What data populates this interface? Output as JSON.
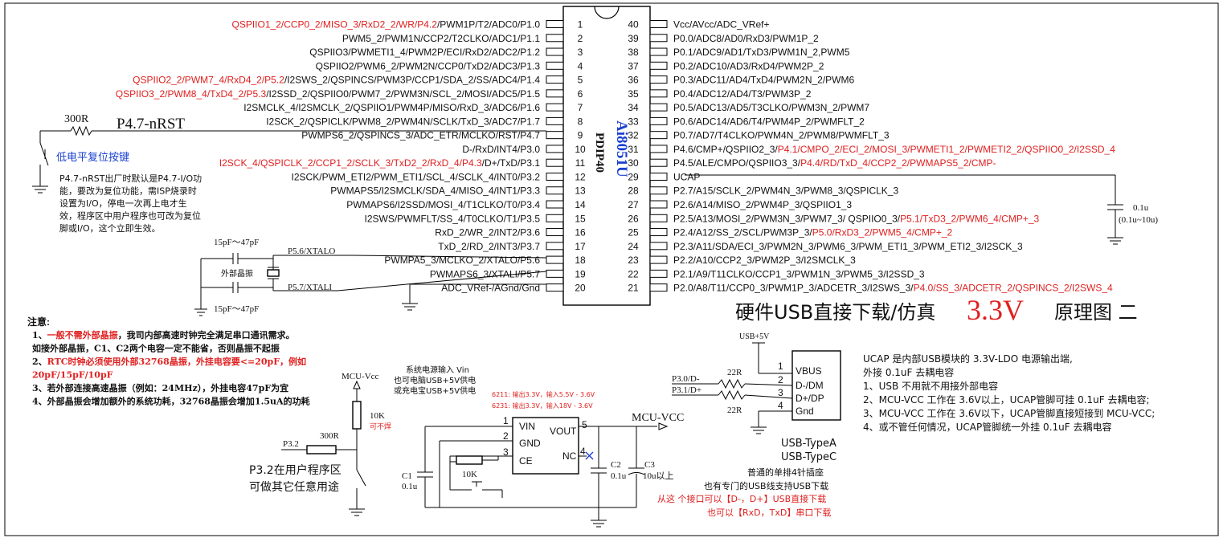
{
  "chip": {
    "name": "Ai8051U",
    "package": "PDIP40",
    "colors": {
      "accent": "#e02020",
      "brand": "#1a3fd0"
    },
    "left_pins": [
      {
        "num": "1",
        "segs": [
          {
            "t": "QSPIIO1_2/CCP0_2/MISO_3/RxD2_2/WR/P4.2",
            "c": "red"
          },
          {
            "t": "/PWM1P/T2/ADC0/P1.0",
            "c": "black"
          }
        ]
      },
      {
        "num": "2",
        "segs": [
          {
            "t": "PWM5_2/PWM1N/CCP2/T2CLKO/ADC1/P1.1",
            "c": "black"
          }
        ]
      },
      {
        "num": "3",
        "segs": [
          {
            "t": "QSPIIO3/PWMETI1_4/PWM2P/ECI/RxD2/ADC2/P1.2",
            "c": "black"
          }
        ]
      },
      {
        "num": "4",
        "segs": [
          {
            "t": "QSPIIO2/PWM6_2/PWM2N/CCP0/TxD2/ADC3/P1.3",
            "c": "black"
          }
        ]
      },
      {
        "num": "5",
        "segs": [
          {
            "t": "QSPIIO2_2/PWM7_4/RxD4_2/P5.2",
            "c": "red"
          },
          {
            "t": "/I2SWS_2/QSPINCS/PWM3P/CCP1/SDA_2/SS/ADC4/P1.4",
            "c": "black"
          }
        ]
      },
      {
        "num": "6",
        "segs": [
          {
            "t": "QSPIIO3_2/PWM8_4/TxD4_2/P5.3",
            "c": "red"
          },
          {
            "t": "/I2SSD_2/QSPIIO0/PWM7_2/PWM3N/SCL_2/MOSI/ADC5/P1.5",
            "c": "black"
          }
        ]
      },
      {
        "num": "7",
        "segs": [
          {
            "t": "I2SMCLK_4/I2SMCLK_2/QSPIIO1/PWM4P/MISO/RxD_3/ADC6/P1.6",
            "c": "black"
          }
        ]
      },
      {
        "num": "8",
        "segs": [
          {
            "t": "I2SCK_2/QSPICLK/PWM8_2/PWM4N/SCLK/TxD_3/ADC7/P1.7",
            "c": "black"
          }
        ]
      },
      {
        "num": "9",
        "segs": [
          {
            "t": "PWMPS6_2/QSPINCS_3/ADC_ETR/MCLKO/RST/P4.7",
            "c": "black"
          }
        ]
      },
      {
        "num": "10",
        "segs": [
          {
            "t": "D-/RxD/INT4/P3.0",
            "c": "black"
          }
        ]
      },
      {
        "num": "11",
        "segs": [
          {
            "t": "I2SCK_4/QSPICLK_2/CCP1_2/SCLK_3/TxD2_2/RxD_4/P4.3",
            "c": "red"
          },
          {
            "t": "/D+/TxD/P3.1",
            "c": "black"
          }
        ]
      },
      {
        "num": "12",
        "segs": [
          {
            "t": "I2SCK/PWM_ETI2/PWM_ETI1/SCL_4/SCLK_4/INT0/P3.2",
            "c": "black"
          }
        ]
      },
      {
        "num": "13",
        "segs": [
          {
            "t": "PWMAPS5/I2SMCLK/SDA_4/MISO_4/INT1/P3.3",
            "c": "black"
          }
        ]
      },
      {
        "num": "14",
        "segs": [
          {
            "t": "PWMAPS6/I2SSD/MOSI_4/T1CLKO/T0/P3.4",
            "c": "black"
          }
        ]
      },
      {
        "num": "15",
        "segs": [
          {
            "t": "I2SWS/PWMFLT/SS_4/T0CLKO/T1/P3.5",
            "c": "black"
          }
        ]
      },
      {
        "num": "16",
        "segs": [
          {
            "t": "RxD_2/WR_2/INT2/P3.6",
            "c": "black"
          }
        ]
      },
      {
        "num": "17",
        "segs": [
          {
            "t": "TxD_2/RD_2/INT3/P3.7",
            "c": "black"
          }
        ]
      },
      {
        "num": "18",
        "segs": [
          {
            "t": "PWMPA5_3/MCLKO_2/XTALO/P5.6",
            "c": "black"
          }
        ]
      },
      {
        "num": "19",
        "segs": [
          {
            "t": "PWMAPS6_3/XTALI/P5.7",
            "c": "black"
          }
        ]
      },
      {
        "num": "20",
        "segs": [
          {
            "t": "ADC_VRef-/AGnd/Gnd",
            "c": "black"
          }
        ]
      }
    ],
    "right_pins": [
      {
        "num": "40",
        "segs": [
          {
            "t": "Vcc/AVcc/ADC_VRef+",
            "c": "black"
          }
        ]
      },
      {
        "num": "39",
        "segs": [
          {
            "t": "P0.0/ADC8/AD0/RxD3/PWM1P_2",
            "c": "black"
          }
        ]
      },
      {
        "num": "38",
        "segs": [
          {
            "t": "P0.1/ADC9/AD1/TxD3/PWM1N_2,PWM5",
            "c": "black"
          }
        ]
      },
      {
        "num": "37",
        "segs": [
          {
            "t": "P0.2/ADC10/AD3/RxD4/PWM2P_2",
            "c": "black"
          }
        ]
      },
      {
        "num": "36",
        "segs": [
          {
            "t": "P0.3/ADC11/AD4/TxD4/PWM2N_2/PWM6",
            "c": "black"
          }
        ]
      },
      {
        "num": "35",
        "segs": [
          {
            "t": "P0.4/ADC12/AD4/T3/PWM3P_2",
            "c": "black"
          }
        ]
      },
      {
        "num": "34",
        "segs": [
          {
            "t": "P0.5/ADC13/AD5/T3CLKO/PWM3N_2/PWM7",
            "c": "black"
          }
        ]
      },
      {
        "num": "33",
        "segs": [
          {
            "t": "P0.6/ADC14/AD6/T4/PWM4P_2/PWMFLT_2",
            "c": "black"
          }
        ]
      },
      {
        "num": "32",
        "segs": [
          {
            "t": "P0.7/AD7/T4CLKO/PWM4N_2/PWM8/PWMFLT_3",
            "c": "black"
          }
        ]
      },
      {
        "num": "31",
        "segs": [
          {
            "t": "P4.6/CMP+/QSPIIO2_3/",
            "c": "black"
          },
          {
            "t": "P4.1/CMPO_2/ECI_2/MOSI_3/PWMETI1_2/PWMETI2_2/QSPIIO0_2/I2SSD_4",
            "c": "red"
          }
        ]
      },
      {
        "num": "30",
        "segs": [
          {
            "t": "P4.5/ALE/CMPO/QSPIIO3_3/",
            "c": "black"
          },
          {
            "t": "P4.4/RD/TxD_4/CCP2_2/PWMAPS5_2/CMP-",
            "c": "red"
          }
        ]
      },
      {
        "num": "29",
        "segs": [
          {
            "t": "UCAP",
            "c": "black"
          }
        ]
      },
      {
        "num": "28",
        "segs": [
          {
            "t": "P2.7/A15/SCLK_2/PWM4N_3/PWM8_3/QSPICLK_3",
            "c": "black"
          }
        ]
      },
      {
        "num": "27",
        "segs": [
          {
            "t": "P2.6/A14/MISO_2/PWM4P_3/QSPIIO1_3",
            "c": "black"
          }
        ]
      },
      {
        "num": "26",
        "segs": [
          {
            "t": "P2.5/A13/MOSI_2/PWM3N_3/PWM7_3/ QSPIIO0_3/",
            "c": "black"
          },
          {
            "t": "P5.1/TxD3_2/PWM6_4/CMP+_3",
            "c": "red"
          }
        ]
      },
      {
        "num": "25",
        "segs": [
          {
            "t": "P2.4/A12/SS_2/SCL/PWM3P_3/",
            "c": "black"
          },
          {
            "t": "P5.0/RxD3_2/PWM5_4/CMP+_2",
            "c": "red"
          }
        ]
      },
      {
        "num": "24",
        "segs": [
          {
            "t": "P2.3/A11/SDA/ECI_3/PWM2N_3/PWM6_3/PWM_ETI1_3/PWM_ETI2_3/I2SCK_3",
            "c": "black"
          }
        ]
      },
      {
        "num": "23",
        "segs": [
          {
            "t": "P2.2/A10/CCP2_3/PWM2P_3/I2SMCLK_3",
            "c": "black"
          }
        ]
      },
      {
        "num": "22",
        "segs": [
          {
            "t": "P2.1/A9/T11CLKO/CCP1_3/PWM1N_3/PWM5_3/I2SSD_3",
            "c": "black"
          }
        ]
      },
      {
        "num": "21",
        "segs": [
          {
            "t": "P2.0/A8/T11/CCP0_3/PWM1P_3/ADCETR_3/I2SWS_3/",
            "c": "black"
          },
          {
            "t": "P4.0/SS_3/ADCETR_2/QSPINCS_2/I2SWS_4",
            "c": "red"
          }
        ]
      }
    ]
  },
  "reset": {
    "resistor": "300R",
    "net": "P4.7-nRST",
    "button_label": "低电平复位按键",
    "note": [
      "P4.7-nRST出厂时默认是P4.7-I/O功",
      "能，要改为复位功能，需ISP烧录时",
      "设置为I/O，停电一次再上电才生",
      "效，程序区中用户程序也可改为复位",
      "脚或I/O，这个立即生效。"
    ]
  },
  "crystal": {
    "cap_top": "15pF～47pF",
    "cap_bottom": "15pF～47pF",
    "label": "外部晶振",
    "net_xtalo": "P5.6/XTALO",
    "net_xtali": "P5.7/XTALI"
  },
  "ucap": {
    "cap": "0.1u",
    "range": "(0.1u~10u)"
  },
  "heading": {
    "part1": "硬件USB直接下载/仿真",
    "voltage": "3.3V",
    "part2": "原理图 二"
  },
  "notes": {
    "title": "注意:",
    "lines": [
      {
        "segs": [
          {
            "t": "1、",
            "c": "black"
          },
          {
            "t": "一般不需外部晶振",
            "c": "red"
          },
          {
            "t": "，我司内部高速时钟完全满足串口通讯需求。",
            "c": "black"
          }
        ]
      },
      {
        "segs": [
          {
            "t": "   如接外部晶振，C1、C2两个电容一定不能省，否则晶振不起振",
            "c": "black"
          }
        ]
      },
      {
        "segs": [
          {
            "t": "2、",
            "c": "black"
          },
          {
            "t": "RTC时钟必须使用外部32768晶振，外挂电容要<=20pF，例如",
            "c": "red"
          }
        ]
      },
      {
        "segs": [
          {
            "t": "   20pF/15pF/10pF",
            "c": "red"
          }
        ]
      },
      {
        "segs": [
          {
            "t": "3、若外部连接高速晶振（例如：24MHz），外挂电容47pF为宜",
            "c": "black"
          }
        ]
      },
      {
        "segs": [
          {
            "t": "4、外部晶振会增加额外的系统功耗，32768晶振会增加1.5uA的功耗",
            "c": "black"
          }
        ]
      }
    ]
  },
  "p32": {
    "vcc": "MCU-Vcc",
    "pullup": "10K",
    "pullup_note": "可不焊",
    "resistor": "300R",
    "net": "P3.2",
    "desc": [
      "P3.2在用户程序区",
      "可做其它任意用途"
    ]
  },
  "power": {
    "input_desc": [
      "系统电源输入 Vin",
      "也可电脑USB+5V供电",
      "或充电宝USB+5V供电"
    ],
    "reg_notes": [
      "6211: 输出3.3V，输入5.5V - 3.6V",
      "6231: 输出3.3V，输入18V - 3.6V"
    ],
    "pins": {
      "vin": "VIN",
      "gnd": "GND",
      "ce": "CE",
      "vout": "VOUT",
      "nc": "NC"
    },
    "pin_nums": {
      "p1": "1",
      "p2": "2",
      "p3": "3",
      "p4": "4",
      "p5": "5"
    },
    "out_net": "MCU-VCC",
    "c1": "C1",
    "c1v": "0.1u",
    "c2": "C2",
    "c2v": "0.1u",
    "c3": "C3",
    "c3v": "10u以上",
    "ce_res": "10K"
  },
  "usb": {
    "vbus_net": "USB+5V",
    "p30": "P3.0/D-",
    "p31": "P3.1/D+",
    "r1": "22R",
    "r2": "22R",
    "pins": [
      "VBUS",
      "D-/DM",
      "D+/DP",
      "Gnd"
    ],
    "pin_nums": [
      "1",
      "2",
      "3",
      "4"
    ],
    "types": [
      "USB-TypeA",
      "USB-TypeC"
    ],
    "desc": [
      "普通的单排4针插座",
      "也有专门的USB线支持USB下载"
    ],
    "desc_red": [
      "从这 个接口可以【D-，D+】USB直接下载",
      "也可以【RxD，TxD】串口下载"
    ]
  },
  "ucap_notes": [
    "UCAP 是内部USB模块的 3.3V-LDO 电源输出端,",
    "外接 0.1uF 去耦电容",
    "1、USB 不用就不用接外部电容",
    "2、MCU-VCC 工作在 3.6V以上，UCAP管脚可挂 0.1uF 去耦电容;",
    "3、MCU-VCC 工作在 3.6V以下，UCAP管脚直接短接到 MCU-VCC;",
    "4、或不管任何情况，UCAP管脚统一外挂 0.1uF 去耦电容"
  ]
}
